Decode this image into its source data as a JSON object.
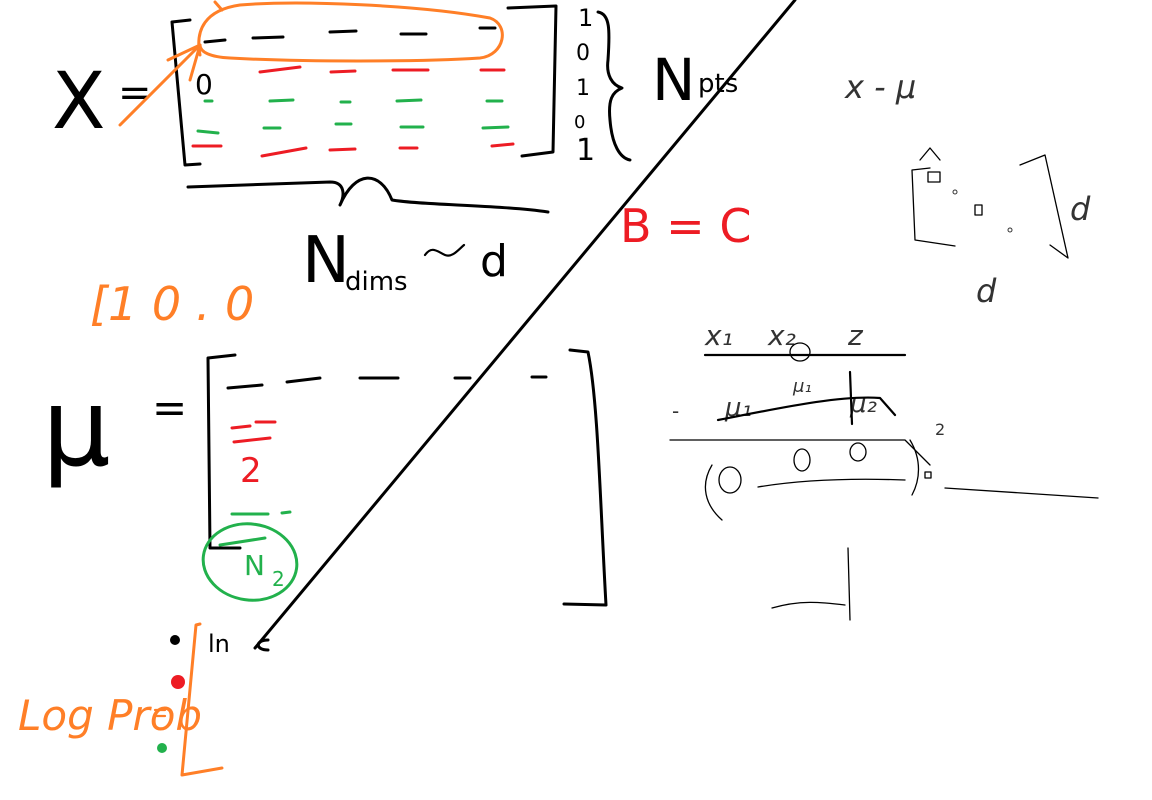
{
  "labels": {
    "x_matrix_lhs": "X",
    "equals": "=",
    "n_pts": "N",
    "n_pts_sub": "pts",
    "n_dims": "N",
    "n_dims_sub": "dims",
    "approx_d": "d",
    "row_labels": [
      "1",
      "0",
      "1",
      "0",
      "1"
    ],
    "zero_cell": "0",
    "orange_bracket": "[1 0 . 0",
    "mu_lhs": "μ",
    "mu_red_label": "2",
    "mu_green_label": "N",
    "mu_green_sub": "2",
    "log_prob": "Log Prob",
    "ln": "ln",
    "b_equals_c": "B = C",
    "x_minus_mu": "x - μ",
    "sigma_dim_d1": "d",
    "sigma_dim_d2": "d",
    "x1": "x₁",
    "x2": "x₂",
    "z": "z",
    "mu1": "μ₁",
    "mu1_small": "μ₁",
    "mu2": "μ₂",
    "power2": "2",
    "minus": "-"
  },
  "colors": {
    "black": "#000000",
    "orange": "#ff7f27",
    "red": "#ed1c24",
    "green": "#22b14c",
    "white": "#ffffff"
  }
}
